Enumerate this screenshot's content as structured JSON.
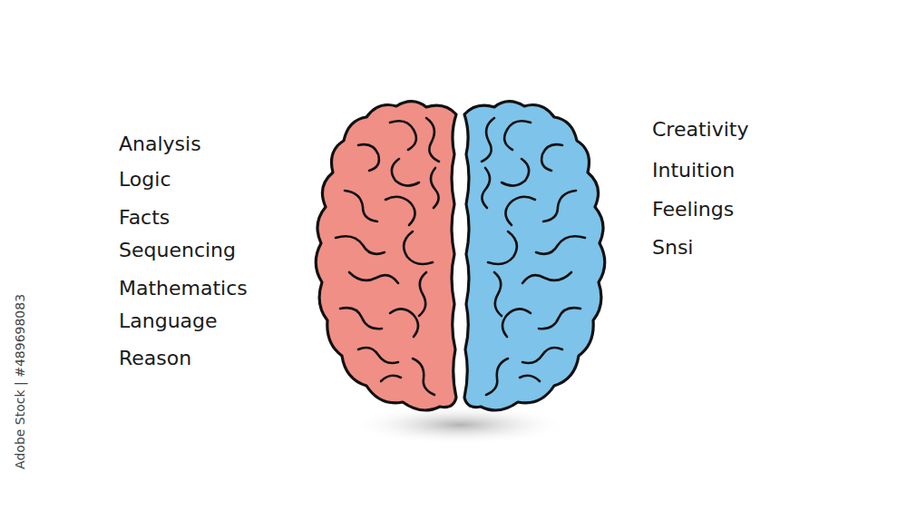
{
  "diagram": {
    "labels": [
      "Analysis",
      "Logic",
      "Facts",
      "Sequencing",
      "Mathematics",
      "Language",
      "Reason",
      "Creativity",
      "Intuition",
      "Feelings",
      "Snsi",
      "Adobe Stock | #489698083"
    ]
  }
}
